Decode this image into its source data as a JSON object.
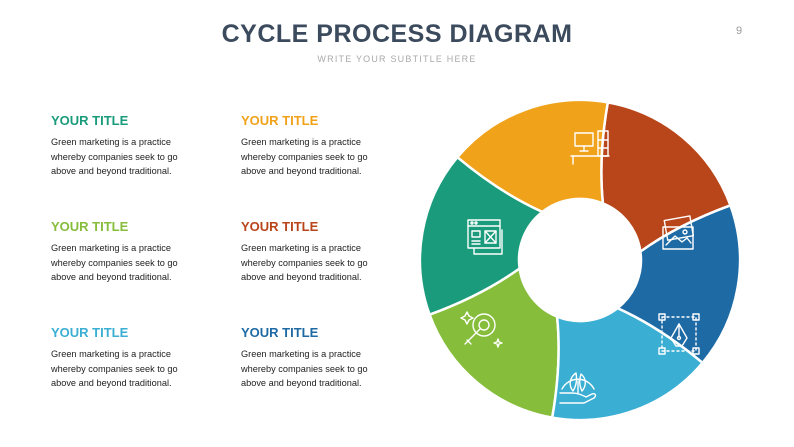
{
  "header": {
    "title": "CYCLE PROCESS DIAGRAM",
    "subtitle": "WRITE YOUR SUBTITLE HERE",
    "page_number": "9"
  },
  "blocks": [
    {
      "title": "YOUR TITLE",
      "color": "#1a9b7b",
      "lines": [
        "Green marketing is a practice",
        "whereby companies seek to go",
        "above and beyond traditional."
      ]
    },
    {
      "title": "YOUR TITLE",
      "color": "#f0a21b",
      "lines": [
        "Green marketing is a practice",
        "whereby companies seek to go",
        "above and beyond traditional."
      ]
    },
    {
      "title": "YOUR TITLE",
      "color": "#86bd3b",
      "lines": [
        "Green marketing is a practice",
        "whereby companies seek to go",
        "above and beyond traditional."
      ]
    },
    {
      "title": "YOUR TITLE",
      "color": "#b9451a",
      "lines": [
        "Green marketing is a practice",
        "whereby companies seek to go",
        "above and beyond traditional."
      ]
    },
    {
      "title": "YOUR TITLE",
      "color": "#3aaed3",
      "lines": [
        "Green marketing is a practice",
        "whereby companies seek to go",
        "above and beyond traditional."
      ]
    },
    {
      "title": "YOUR TITLE",
      "color": "#1e6aa4",
      "lines": [
        "Green marketing is a practice",
        "whereby companies seek to go",
        "above and beyond traditional."
      ]
    }
  ],
  "cycle": {
    "segments": [
      {
        "name": "orange",
        "color": "#f0a21b",
        "icon": "desk-workspace-icon"
      },
      {
        "name": "rust",
        "color": "#b9451a",
        "icon": "photo-gallery-icon"
      },
      {
        "name": "blue",
        "color": "#1e6aa4",
        "icon": "pen-tool-vector-icon"
      },
      {
        "name": "light-blue",
        "color": "#3aaed3",
        "icon": "plant-in-hand-icon"
      },
      {
        "name": "green",
        "color": "#86bd3b",
        "icon": "magic-wand-icon"
      },
      {
        "name": "teal",
        "color": "#1a9b7b",
        "icon": "web-layout-icon"
      }
    ]
  }
}
